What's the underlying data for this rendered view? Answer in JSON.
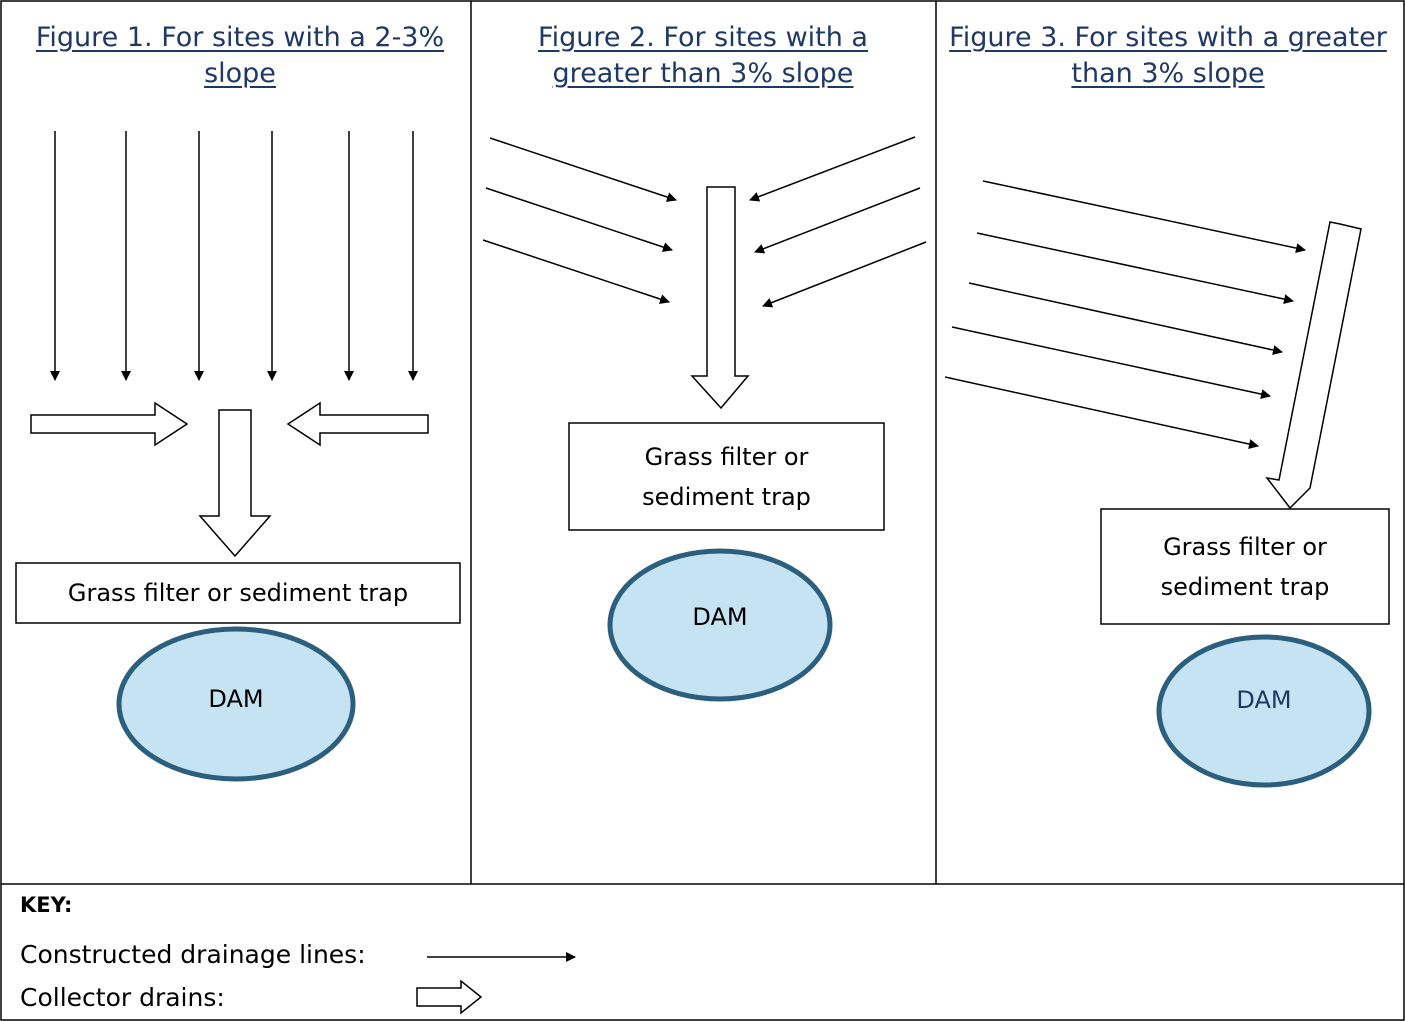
{
  "figures": [
    {
      "title": "Figure 1. For sites with a 2-3% slope",
      "box_label": "Grass filter or sediment trap",
      "dam_label": "DAM"
    },
    {
      "title": "Figure 2. For sites with a greater than 3% slope",
      "box_label": "Grass filter or sediment trap",
      "dam_label": "DAM"
    },
    {
      "title": "Figure 3. For sites with a greater than 3% slope",
      "box_label": "Grass filter or sediment trap",
      "dam_label": "DAM"
    }
  ],
  "key": {
    "heading": "KEY:",
    "drainage_label": "Constructed drainage lines:",
    "collector_label": "Collector drains:"
  },
  "colors": {
    "title_text": "#1f3864",
    "dam_fill": "#c5e3f3",
    "dam_stroke": "#2b5f7d",
    "dam3_text": "#1f3864",
    "border": "#000000"
  }
}
